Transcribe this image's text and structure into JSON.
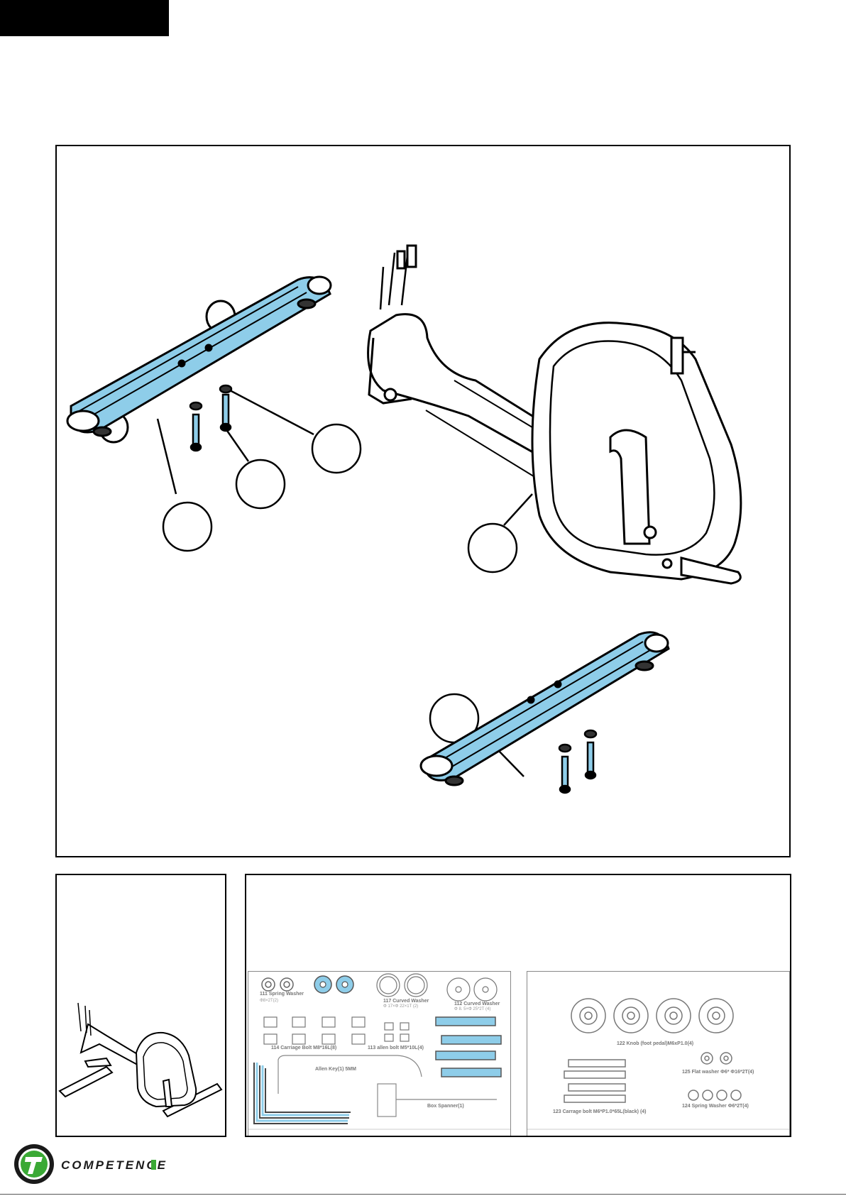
{
  "colors": {
    "highlight": "#8ecde9",
    "ink": "#000000",
    "brand_green": "#3aa935"
  },
  "parts": {
    "spring_washer_111": {
      "title": "111 Spring Washer",
      "spec": "Φ8×2T(2)"
    },
    "curved_washer_117": {
      "title": "117 Curved Washer",
      "spec": "Φ 17×Φ 22×1T (2)"
    },
    "curved_washer_112": {
      "title": "112 Curved Washer",
      "spec": "Φ 8. 5×Φ 25*2T (4)"
    },
    "carriage_bolt_114": "114 Carriage Bolt  M8*16L(8)",
    "allen_bolt_113": "113 allen bolt  M5*10L(4)",
    "allen_key": "Allen Key(1) 5MM",
    "box_spanner": "Box Spanner(1)",
    "knob_122": "122 Knob (foot pedal)M6xP1.0(4)",
    "flat_washer_125": "125 Flat washer  Φ6* Φ16*2T(4)",
    "carriage_bolt_123": "123 Carrage bolt M6*P1.0*65L(black) (4)",
    "spring_washer_124": "124 Spring Washer  Φ6*2T(4)"
  },
  "brand": {
    "name": "COMPETENCE"
  }
}
